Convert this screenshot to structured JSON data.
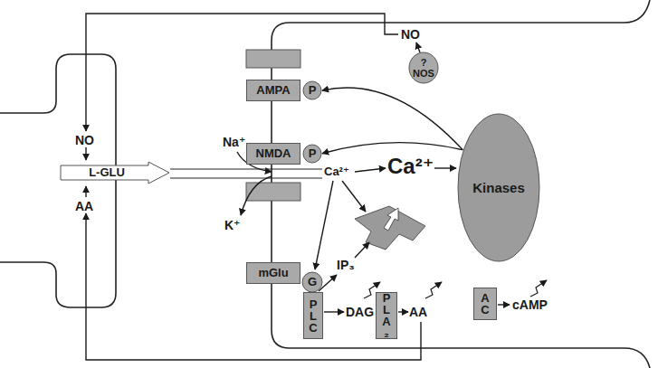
{
  "diagram": {
    "nodes": [
      {
        "text": [
          "? NOS"
        ]
      },
      {
        "text": [
          "AMPA"
        ]
      },
      {
        "text": [
          "P"
        ]
      },
      {
        "text": [
          "L-GLU"
        ]
      },
      {
        "text": [
          "NMDA"
        ]
      },
      {
        "text": [
          "P"
        ]
      },
      {
        "text": [
          "Kinases"
        ]
      },
      {
        "text": [
          "mGlu"
        ]
      },
      {
        "text": [
          "G"
        ]
      },
      {
        "text": [
          "PLC"
        ]
      },
      {
        "text": [
          "PLA₂"
        ]
      },
      {
        "text": [
          "AC"
        ]
      }
    ],
    "edges": [
      {
        "from": 6,
        "to": 2,
        "arrow": "to"
      },
      {
        "from": 6,
        "to": 5,
        "arrow": "to"
      }
    ],
    "labels": [
      "NO",
      "NO",
      "Na⁺",
      "Ca²⁺",
      "Ca²⁺",
      "AA",
      "K⁺",
      "IP₃",
      "DAG",
      "AA",
      "cAMP"
    ]
  }
}
